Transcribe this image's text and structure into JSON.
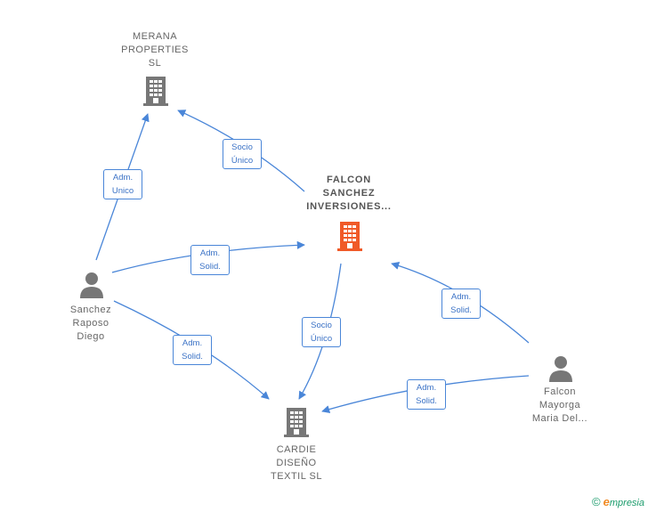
{
  "nodes": {
    "merana": {
      "label": "MERANA\nPROPERTIES\nSL",
      "type": "company",
      "color": "#777777"
    },
    "falcon_inv": {
      "label": "FALCON\nSANCHEZ\nINVERSIONES...",
      "type": "company-main",
      "color": "#f05a28"
    },
    "cardie": {
      "label": "CARDIE\nDISEÑO\nTEXTIL SL",
      "type": "company",
      "color": "#777777"
    },
    "sanchez": {
      "label": "Sanchez\nRaposo\nDiego",
      "type": "person",
      "color": "#777777"
    },
    "falcon_mayorga": {
      "label": "Falcon\nMayorga\nMaria Del...",
      "type": "person",
      "color": "#777777"
    }
  },
  "edges": {
    "e1": "Adm.\nUnico",
    "e2": "Socio\nÚnico",
    "e3": "Adm.\nSolid.",
    "e4": "Adm.\nSolid.",
    "e5": "Socio\nÚnico",
    "e6": "Adm.\nSolid.",
    "e7": "Adm.\nSolid."
  },
  "colors": {
    "edge": "#4a86d8",
    "main_company": "#f05a28",
    "company": "#777777",
    "person": "#777777"
  },
  "footer": {
    "copyright": "©",
    "brand_first": "e",
    "brand_rest": "mpresia"
  }
}
